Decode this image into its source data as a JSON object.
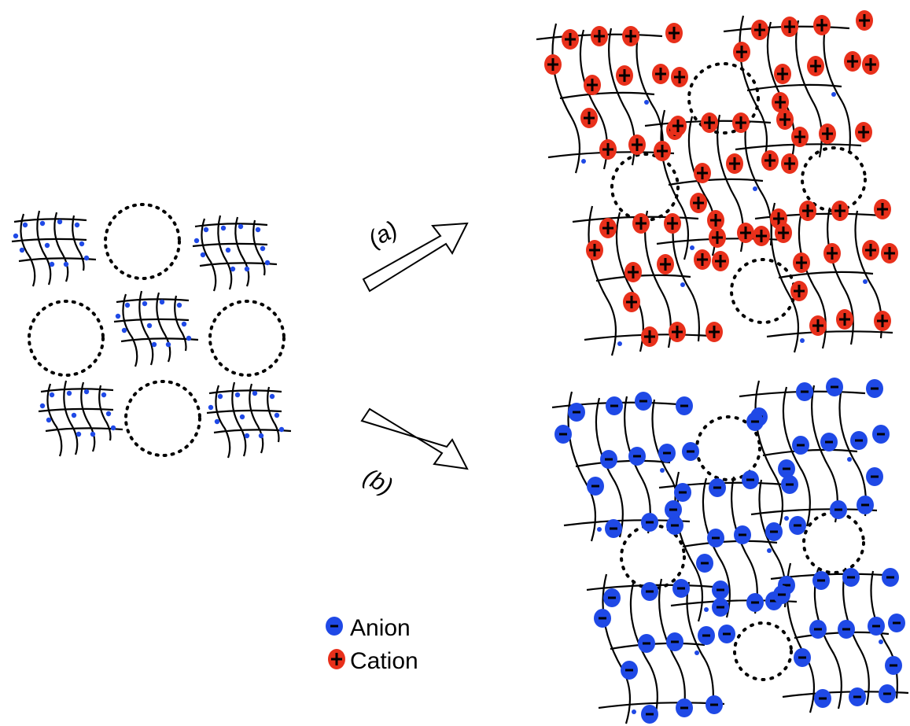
{
  "arrows": {
    "a_label": "(a)",
    "b_label": "(b)"
  },
  "legend": {
    "anion_label": "Anion",
    "cation_label": "Cation",
    "anion_symbol": "-",
    "cation_symbol": "+"
  },
  "colors": {
    "anion": "#1f49e6",
    "cation": "#e8301b",
    "line": "#000000",
    "background": "#ffffff"
  },
  "panels": {
    "initial": "small-network-with-dotted-pores",
    "swollen_cationic": "network-with-cations",
    "swollen_anionic": "network-with-anions"
  }
}
